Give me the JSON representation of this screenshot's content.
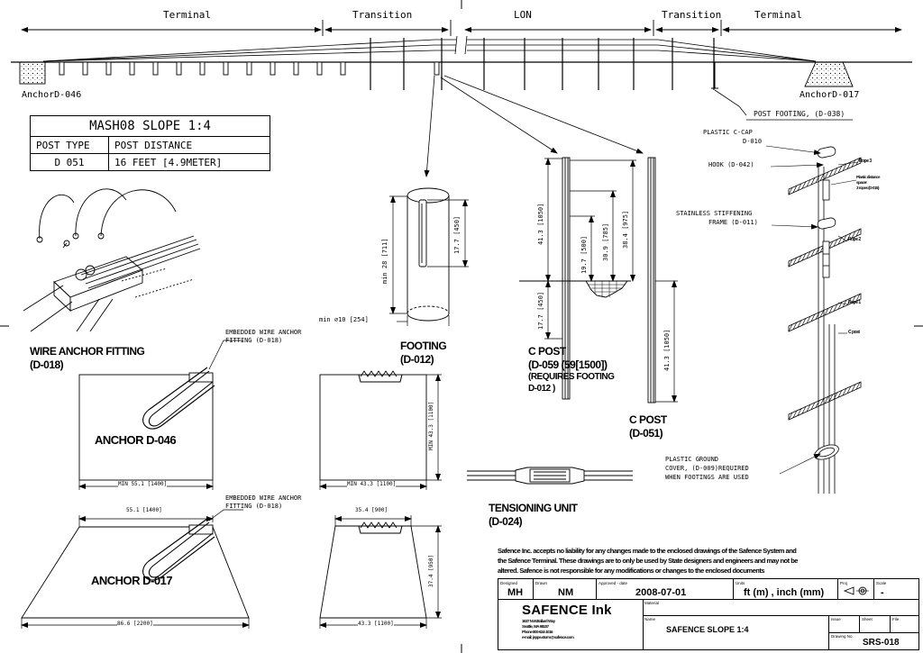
{
  "zones": {
    "terminal_left": "Terminal",
    "transition_left": "Transition",
    "lon": "LON",
    "transition_right": "Transition",
    "terminal_right": "Terminal"
  },
  "anchors": {
    "left": "AnchorD-046",
    "right": "AnchorD-017"
  },
  "post_footing_label": "POST FOOTING, (D-038)",
  "slope_table": {
    "title": "MASH08 SLOPE 1:4",
    "headers": [
      "POST TYPE",
      "POST DISTANCE"
    ],
    "row": [
      "D 051",
      "16 FEET [4.9METER]"
    ]
  },
  "wire_anchor": {
    "title_line1": "WIRE ANCHOR FITTING",
    "title_line2": "(D-018)",
    "embedded_line1": "EMBEDDED WIRE ANCHOR",
    "embedded_line2": "FITTING (D-018)"
  },
  "footing": {
    "title_line1": "FOOTING",
    "title_line2": "(D-012)",
    "dim_height": "min 28 [711]",
    "dim_slot": "17.7 [450]",
    "dim_diameter": "min ⌀10 [254]"
  },
  "c_post_059": {
    "title_line1": "C POST",
    "title_line2": "(D-059 (59[1500])",
    "note_line1": "(REQUIRES FOOTING",
    "note_line2": "D-012 )",
    "dim_413": "41.3 [1050]",
    "dim_177": "17.7 [450]",
    "dim_197": "19.7 [500]",
    "dim_309": "30.9 [785]",
    "dim_384": "38.4 [975]"
  },
  "c_post_051": {
    "title_line1": "C POST",
    "title_line2": "(D-051)",
    "dim_413": "41.3 [1050]"
  },
  "rope_detail": {
    "plastic_ccap_line1": "PLASTIC C-CAP",
    "plastic_ccap_line2": "D-010",
    "hook": "HOOK (D-042)",
    "stiffening_line1": "STAINLESS STIFFENING",
    "stiffening_line2": "FRAME (D-011)",
    "rope3": "Rope 3",
    "rope2": "Rope 2",
    "rope1": "Rope 1",
    "spacer_line1": "Plastic distance",
    "spacer_line2": "spacer",
    "spacer_line3": "3 ropes (D-015)",
    "cpost": "C post"
  },
  "ground_cover": {
    "line1": "PLASTIC GROUND",
    "line2": "COVER, (D-009)REQUIRED",
    "line3": "WHEN FOOTINGS ARE USED"
  },
  "anchor_046": {
    "label": "ANCHOR D-046",
    "dim_width": "MIN 55.1 [1400]",
    "side_dim_width": "MIN 43.3 [1100]",
    "side_dim_height": "MIN 43.3 [1100]"
  },
  "anchor_017": {
    "label": "ANCHOR D-017",
    "dim_top": "55.1 [1400]",
    "dim_bottom": "86.6 [2200]",
    "side_dim_top": "35.4 [900]",
    "side_dim_bottom": "43.3 [1100]",
    "side_dim_height": "37.4 [950]"
  },
  "tensioning": {
    "title_line1": "TENSIONING UNIT",
    "title_line2": "(D-024)"
  },
  "disclaimer": {
    "line1": "Safence Inc. accepts no liability for any changes made to the enclosed drawings of the Safence System and",
    "line2": "the Safence Terminal. These drawings are to only be used by State designers and engineers and may not be",
    "line3": "altered. Safence is not responsible for any modifications or changes to the enclosed documents"
  },
  "title_block": {
    "designed_label": "Designed",
    "designed": "MH",
    "drawn_label": "Drawn",
    "drawn": "NM",
    "approved_label": "Approved - date",
    "approved": "2008-07-01",
    "units_label": "Units",
    "units": "ft (m) , inch (mm)",
    "proj_label": "Proj",
    "scale_label": "Scale",
    "scale": "-",
    "material_label": "Material",
    "company": "SAFENCE Ink",
    "address_line1": "1637 N.W.Ballard Way",
    "address_line2": "Seattle, WA 98107",
    "address_line3": "Phone 800-624-1016",
    "address_line4": "e-mail: jeppe.storm@safence.com",
    "name_label": "Name",
    "name": "SAFENCE SLOPE 1:4",
    "issue_label": "Issue",
    "sheet_label": "Sheet",
    "file_label": "File",
    "drawing_label": "Drawing No.",
    "drawing_no": "SRS-018"
  }
}
